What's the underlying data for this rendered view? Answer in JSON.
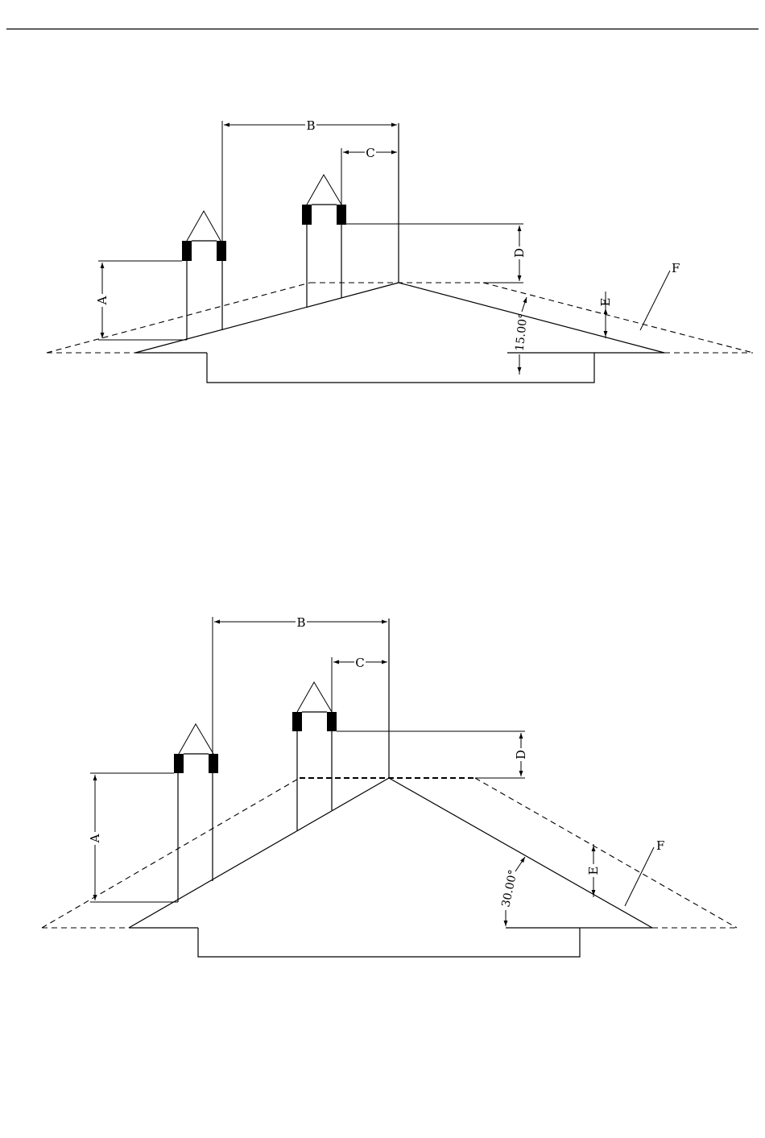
{
  "diagrams": [
    {
      "labels": {
        "a": "A",
        "b": "B",
        "c": "C",
        "d": "D",
        "e": "E",
        "f": "F"
      },
      "angle": "15.00°"
    },
    {
      "labels": {
        "a": "A",
        "b": "B",
        "c": "C",
        "d": "D",
        "e": "E",
        "f": "F"
      },
      "angle": "30.00°"
    }
  ]
}
